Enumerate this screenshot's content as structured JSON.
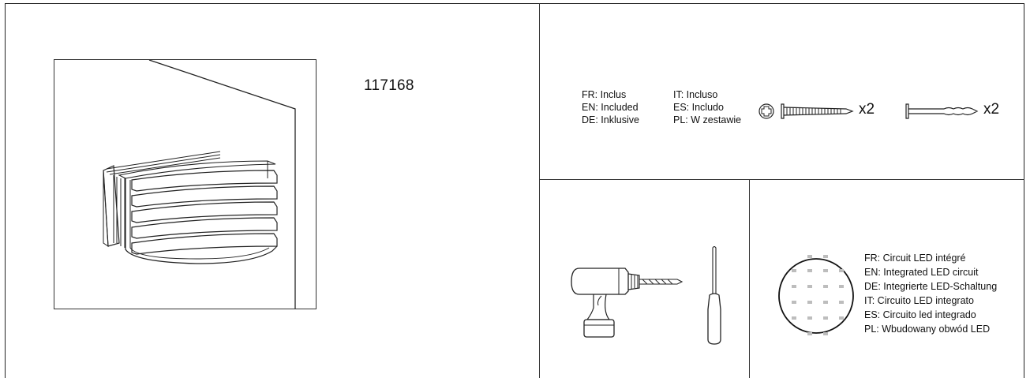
{
  "product": {
    "reference": "117168",
    "image_icon": "wall-light-fixture-icon"
  },
  "included": {
    "languages_left": [
      "FR: Inclus",
      "EN: Included",
      "DE: Inklusive"
    ],
    "languages_right": [
      "IT: Incluso",
      "ES: Includo",
      "PL: W zestawie"
    ],
    "screw": {
      "icon": "screw-icon",
      "quantity": "x2"
    },
    "wall_plug": {
      "icon": "wall-plug-icon",
      "quantity": "x2"
    }
  },
  "tools": {
    "icons": [
      "cordless-drill-icon",
      "screwdriver-icon"
    ]
  },
  "led": {
    "icon": "led-circuit-icon",
    "lines": [
      "FR: Circuit LED intégré",
      "EN: Integrated LED circuit",
      "DE: Integrierte LED-Schaltung",
      "IT: Circuito LED integrato",
      "ES: Circuito led integrado",
      "PL: Wbudowany obwód LED"
    ]
  }
}
